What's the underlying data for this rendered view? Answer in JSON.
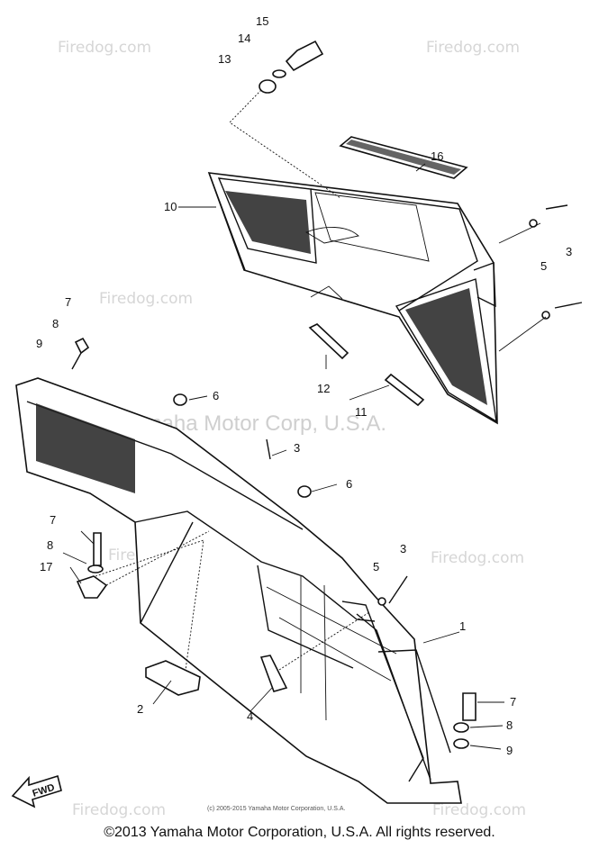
{
  "watermarks": {
    "site": "Firedog.com",
    "company": "Yamaha Motor Corp, U.S.A."
  },
  "small_copyright": "(c) 2005-2015 Yamaha Motor Corporation, U.S.A.",
  "footer": "©2013 Yamaha Motor Corporation, U.S.A. All rights reserved.",
  "direction_marker": "FWD",
  "callouts": {
    "c15": "15",
    "c14": "14",
    "c13": "13",
    "c16": "16",
    "c10": "10",
    "c3a": "3",
    "c5a": "5",
    "c12": "12",
    "c11": "11",
    "c7a": "7",
    "c8a": "8",
    "c9a": "9",
    "c6a": "6",
    "c3b": "3",
    "c6b": "6",
    "c7b": "7",
    "c8b": "8",
    "c17": "17",
    "c3c": "3",
    "c5b": "5",
    "c1": "1",
    "c2": "2",
    "c4": "4",
    "c7c": "7",
    "c8c": "8",
    "c9c": "9"
  }
}
